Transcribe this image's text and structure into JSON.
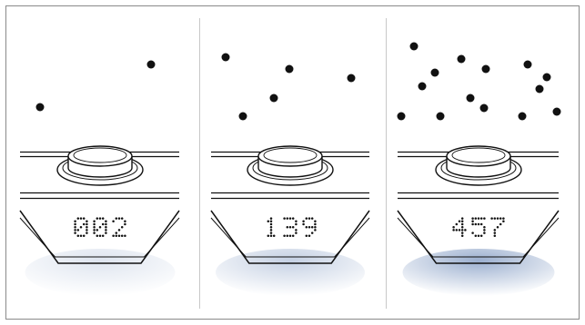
{
  "panels": [
    {
      "display": "002",
      "particles": [
        [
          44,
          118
        ],
        [
          166,
          71
        ]
      ],
      "glow": 0.18
    },
    {
      "display": "139",
      "particles": [
        [
          248,
          63
        ],
        [
          318,
          76
        ],
        [
          386,
          86
        ],
        [
          301,
          108
        ],
        [
          267,
          128
        ]
      ],
      "glow": 0.32
    },
    {
      "display": "457",
      "particles": [
        [
          455,
          51
        ],
        [
          507,
          65
        ],
        [
          534,
          76
        ],
        [
          580,
          71
        ],
        [
          478,
          80
        ],
        [
          601,
          85
        ],
        [
          464,
          95
        ],
        [
          593,
          98
        ],
        [
          517,
          108
        ],
        [
          532,
          119
        ],
        [
          612,
          123
        ],
        [
          441,
          128
        ],
        [
          484,
          128
        ],
        [
          574,
          128
        ]
      ],
      "glow": 0.55
    }
  ],
  "colors": {
    "line": "#111111",
    "divider": "#c8c8c8",
    "frame": "#8a8a8a",
    "glow": "#4a6ea8"
  }
}
